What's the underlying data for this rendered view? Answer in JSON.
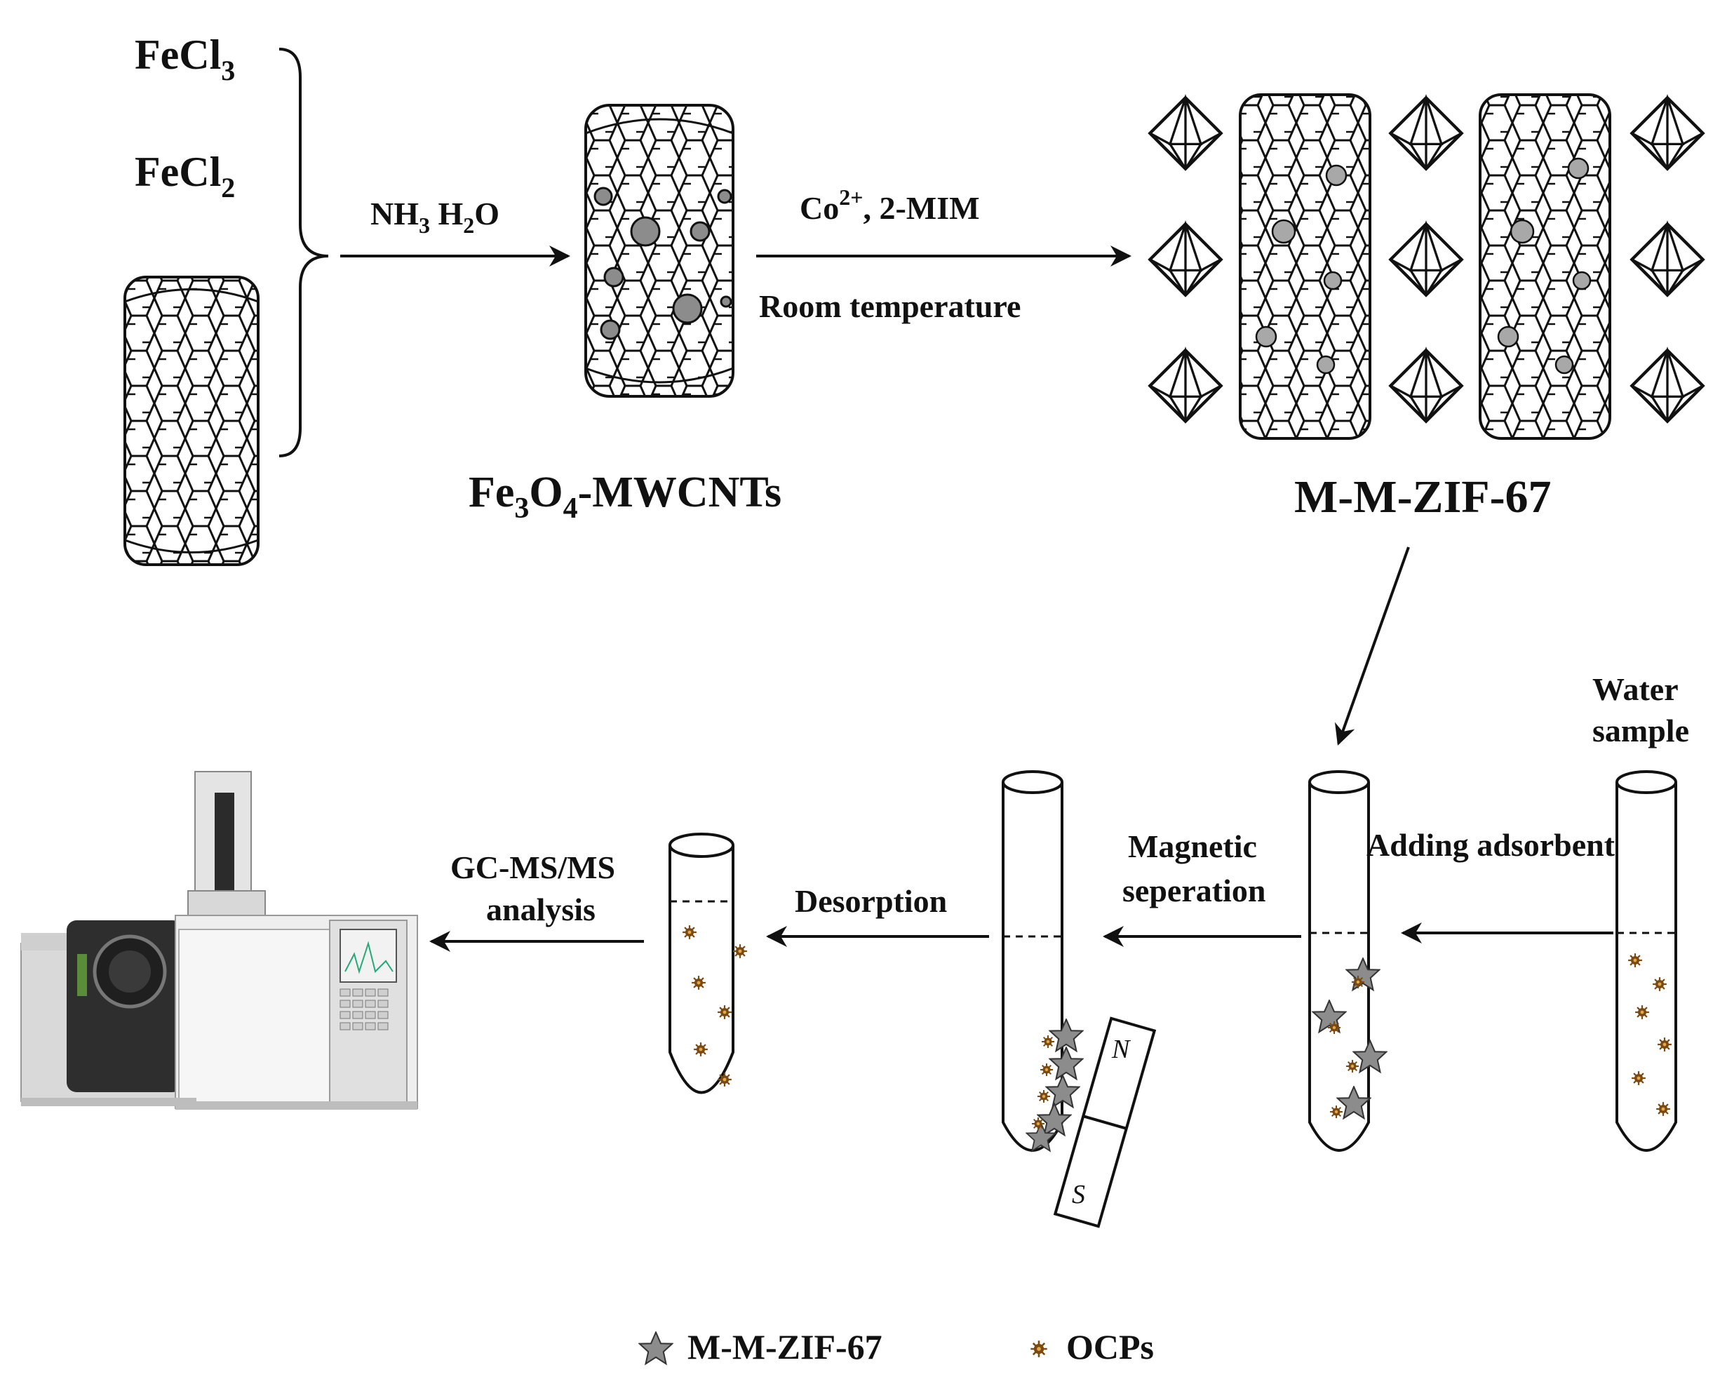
{
  "reagents": {
    "fecl3": {
      "base": "FeCl",
      "sub": "3"
    },
    "fecl2": {
      "base": "FeCl",
      "sub": "2"
    }
  },
  "step1": {
    "a": "NH",
    "a_sub": "3",
    "b": " H",
    "b_sub": "2",
    "c": "O"
  },
  "step2": {
    "co": "Co",
    "co_sup": "2+",
    "mim": ", 2-MIM",
    "cond": "Room temperature"
  },
  "products": {
    "fe3o4": {
      "p1": "Fe",
      "s1": "3",
      "p2": "O",
      "s2": "4",
      "p3": "-MWCNTs"
    },
    "mmzif": "M-M-ZIF-67"
  },
  "tubes": {
    "water_1": "Water",
    "water_2": "sample",
    "adding": "Adding adsorbent",
    "magnetic_1": "Magnetic",
    "magnetic_2": "seperation",
    "desorption": "Desorption",
    "gcms_1": "GC-MS/MS",
    "gcms_2": "analysis"
  },
  "magnet": {
    "north": "N",
    "south": "S"
  },
  "legend": {
    "star_label": "M-M-ZIF-67",
    "ocp_label": "OCPs"
  },
  "colors": {
    "star": "#8c8c8c",
    "ocp": "#7a4a12",
    "line": "#111111"
  }
}
